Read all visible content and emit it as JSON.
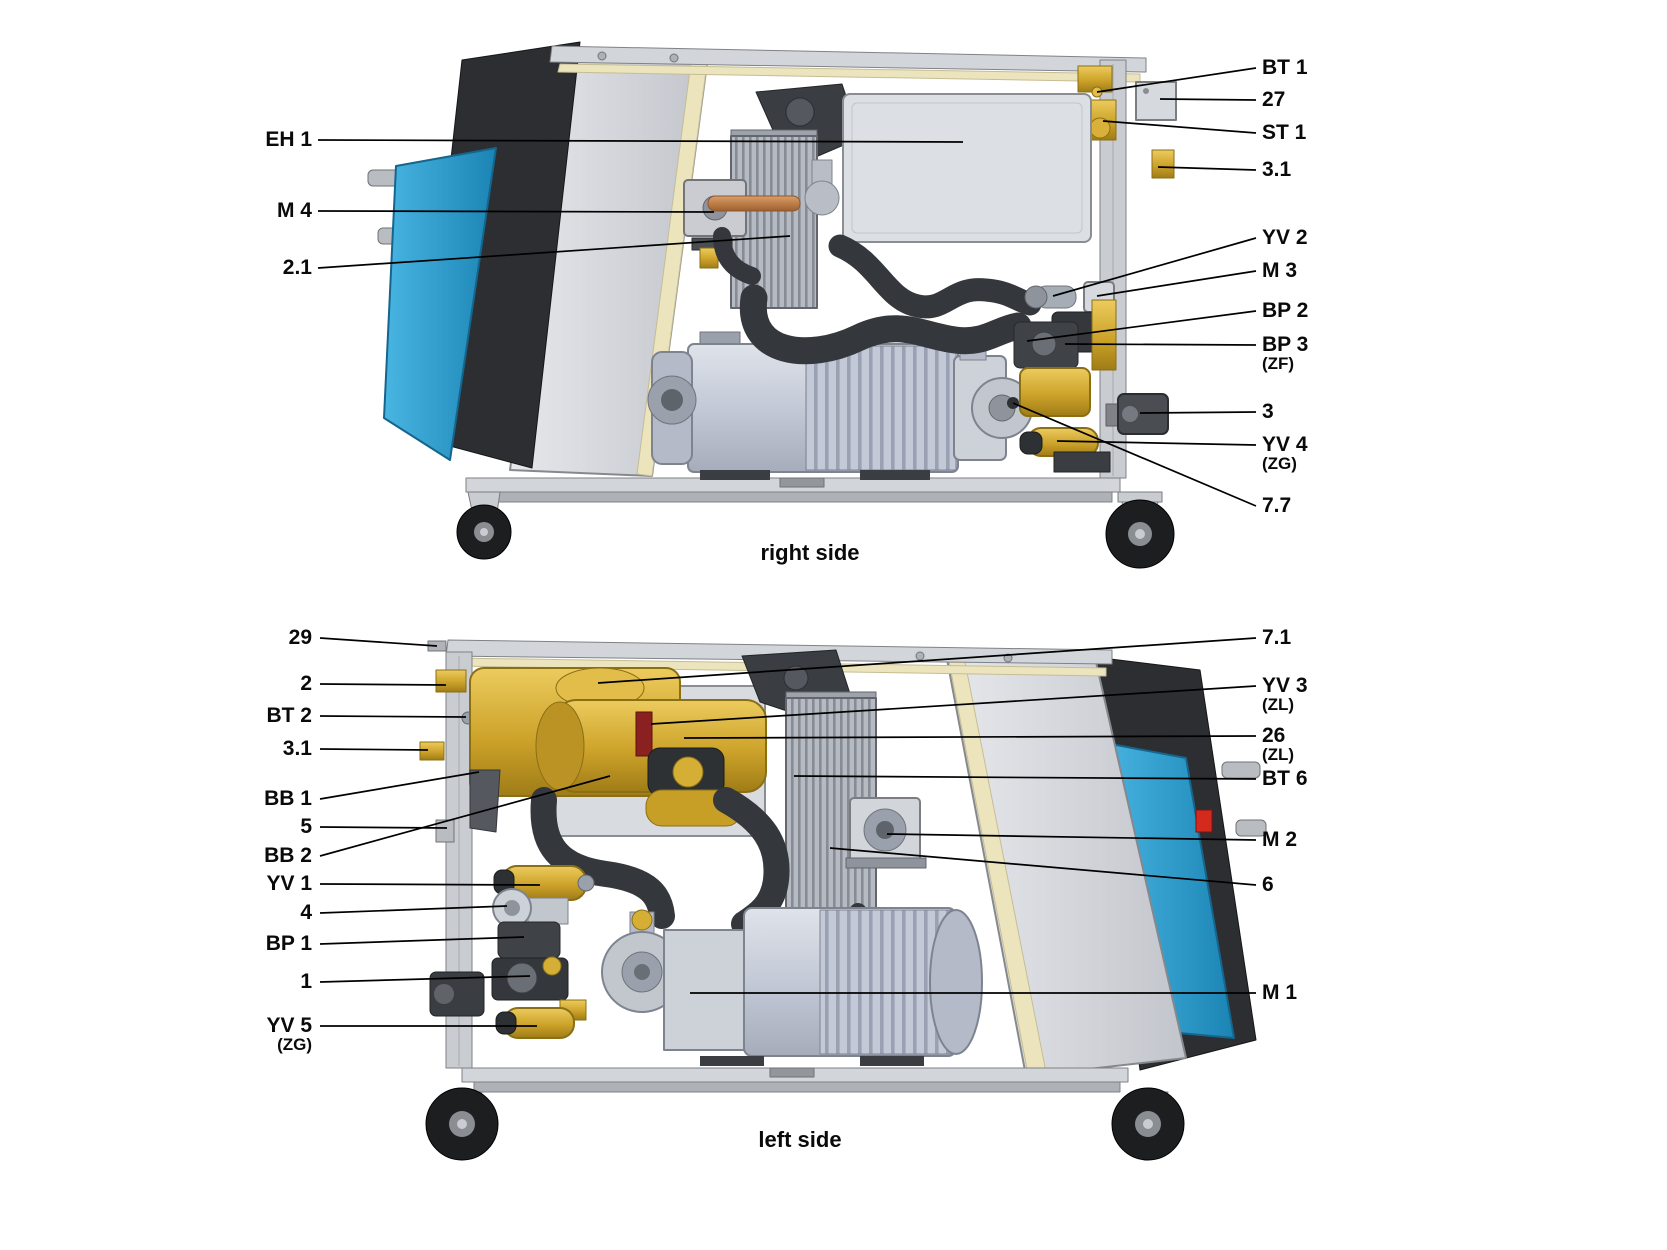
{
  "colors": {
    "panel_blue": "#2699cc",
    "brass_gold": "#cda32a",
    "switch_red": "#d42a1e",
    "frame_gray": "#d2d5da",
    "hose_dark": "#34373c"
  },
  "right_side": {
    "caption": "right side",
    "labels_left": [
      {
        "text": "EH 1"
      },
      {
        "text": "M 4"
      },
      {
        "text": "2.1"
      }
    ],
    "labels_right": [
      {
        "text": "BT 1"
      },
      {
        "text": "27"
      },
      {
        "text": "ST 1"
      },
      {
        "text": "3.1"
      },
      {
        "text": "YV 2"
      },
      {
        "text": "M 3"
      },
      {
        "text": "BP 2"
      },
      {
        "text": "BP 3",
        "sub": "(ZF)"
      },
      {
        "text": "3"
      },
      {
        "text": "YV 4",
        "sub": "(ZG)"
      },
      {
        "text": "7.7"
      }
    ]
  },
  "left_side": {
    "caption": "left side",
    "labels_left": [
      {
        "text": "29"
      },
      {
        "text": "2"
      },
      {
        "text": "BT 2"
      },
      {
        "text": "3.1"
      },
      {
        "text": "BB 1"
      },
      {
        "text": "5"
      },
      {
        "text": "BB 2"
      },
      {
        "text": "YV 1"
      },
      {
        "text": "4"
      },
      {
        "text": "BP 1"
      },
      {
        "text": "1"
      },
      {
        "text": "YV 5",
        "sub": "(ZG)"
      }
    ],
    "labels_right": [
      {
        "text": "7.1"
      },
      {
        "text": "YV 3",
        "sub": "(ZL)"
      },
      {
        "text": "26",
        "sub": "(ZL)"
      },
      {
        "text": "BT 6"
      },
      {
        "text": "M 2"
      },
      {
        "text": "6"
      },
      {
        "text": "M 1"
      }
    ]
  }
}
